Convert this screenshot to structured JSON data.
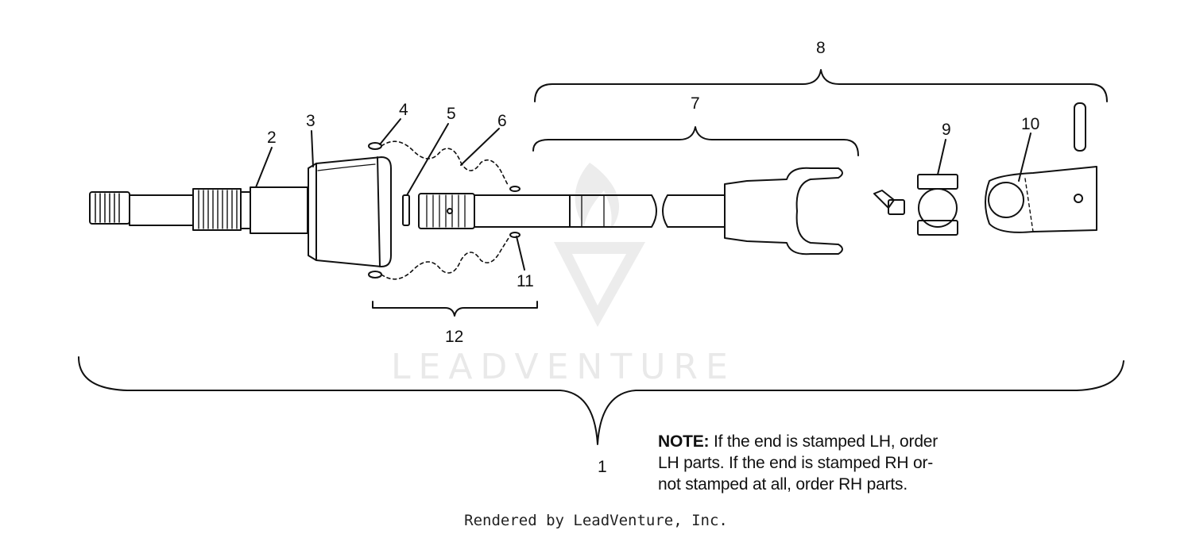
{
  "callouts": {
    "c1": "1",
    "c2": "2",
    "c3": "3",
    "c4": "4",
    "c5": "5",
    "c6": "6",
    "c7": "7",
    "c8": "8",
    "c9": "9",
    "c10": "10",
    "c11": "11",
    "c12": "12"
  },
  "note": {
    "label": "NOTE:",
    "line1": " If the end is stamped LH, order",
    "line2": "LH parts.  If the end is stamped RH or-",
    "line3": "not stamped at all, order RH parts."
  },
  "watermark": "LEADVENTURE",
  "footer": "Rendered by LeadVenture, Inc."
}
